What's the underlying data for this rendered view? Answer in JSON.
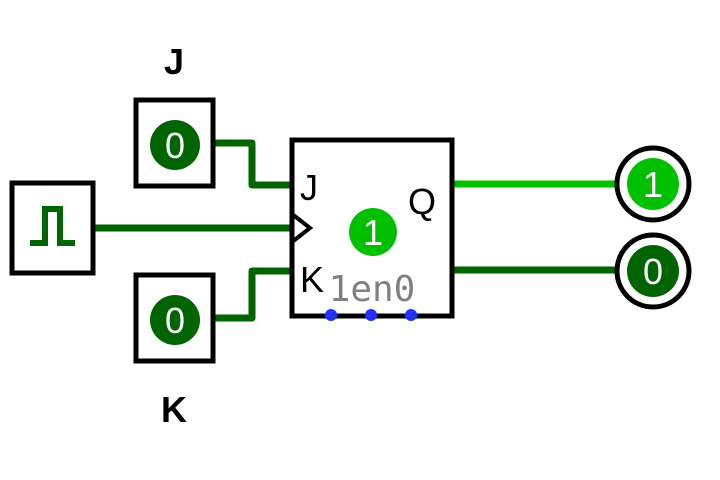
{
  "circuit": {
    "labels": {
      "j_label": "J",
      "k_label": "K"
    },
    "inputs": {
      "j_value": "0",
      "k_value": "0"
    },
    "flipflop": {
      "j_pin": "J",
      "k_pin": "K",
      "q_pin": "Q",
      "state_value": "1",
      "bottom_pins": "1en0"
    },
    "outputs": {
      "q_value": "1",
      "qbar_value": "0"
    },
    "colors": {
      "wire_low": "#006400",
      "wire_high": "#00c000",
      "led_on": "#00c000",
      "led_off": "#006400",
      "pin_dot": "#2030ff",
      "frame": "#000000",
      "pin_label": "#808080"
    },
    "icons": {
      "clock": "clock-square-wave-icon"
    }
  }
}
